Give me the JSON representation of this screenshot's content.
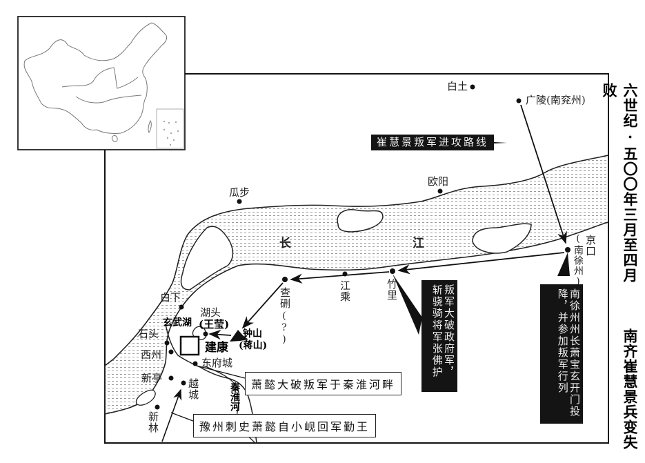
{
  "title": {
    "period": "六世纪·五〇〇年三月至四月",
    "event": "南齐崔慧景兵变失败"
  },
  "legend": {
    "route_label": "崔慧景叛军进攻路线"
  },
  "river": {
    "name_part1": "长",
    "name_part2": "江",
    "name_qinhuai": "秦淮河"
  },
  "places": {
    "baitu": "白土",
    "guangling": "广陵(南兖州)",
    "guabu": "瓜步",
    "ouyang": "欧阳",
    "jingkou": "京口",
    "jingkou_alt": "(南徐州)",
    "zhuli": "竹里",
    "jiangcheng": "江乘",
    "zhaxi": "查硎",
    "zhaxi_q": "(?)",
    "baixia": "白下",
    "hutou": "湖头",
    "hutou_alt": "(王莹)",
    "xuanwuhu": "玄武湖",
    "zhongshan": "钟山",
    "zhongshan_alt": "(蒋山)",
    "jiankang": "建康",
    "shitou": "石头",
    "xizhou": "西州",
    "dongfucheng": "东府城",
    "xinting": "新亭",
    "yuecheng": "越城",
    "xinlin": "新林"
  },
  "callouts": {
    "jingkou_surrender": "南徐州州长萧宝玄开门投降，并参加叛军行列",
    "zhuli_battle": "叛军大破政府军，斩骁骑将军张佛护",
    "qinhuai_battle": "萧懿大破叛军于秦淮河畔",
    "xiaoyi_return": "豫州刺史萧懿自小岘回军勤王"
  },
  "colors": {
    "ink": "#111111",
    "callout_bg": "#141414",
    "water_hatch": "#9a9a9a",
    "paper": "#ffffff"
  }
}
